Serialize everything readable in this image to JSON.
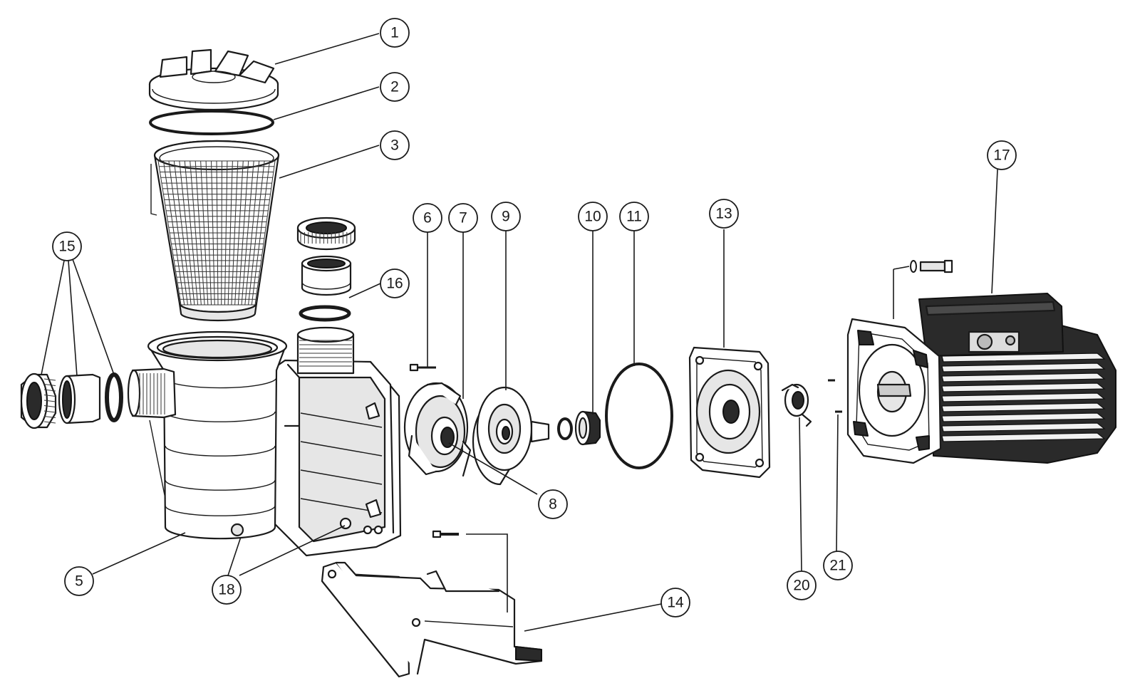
{
  "callouts": [
    {
      "id": "c1",
      "label": "1"
    },
    {
      "id": "c2",
      "label": "2"
    },
    {
      "id": "c3",
      "label": "3"
    },
    {
      "id": "c5",
      "label": "5"
    },
    {
      "id": "c6",
      "label": "6"
    },
    {
      "id": "c7",
      "label": "7"
    },
    {
      "id": "c8",
      "label": "8"
    },
    {
      "id": "c9",
      "label": "9"
    },
    {
      "id": "c10",
      "label": "10"
    },
    {
      "id": "c11",
      "label": "11"
    },
    {
      "id": "c13",
      "label": "13"
    },
    {
      "id": "c14",
      "label": "14"
    },
    {
      "id": "c15",
      "label": "15"
    },
    {
      "id": "c16",
      "label": "16"
    },
    {
      "id": "c17",
      "label": "17"
    },
    {
      "id": "c18",
      "label": "18"
    },
    {
      "id": "c20",
      "label": "20"
    },
    {
      "id": "c21",
      "label": "21"
    }
  ]
}
